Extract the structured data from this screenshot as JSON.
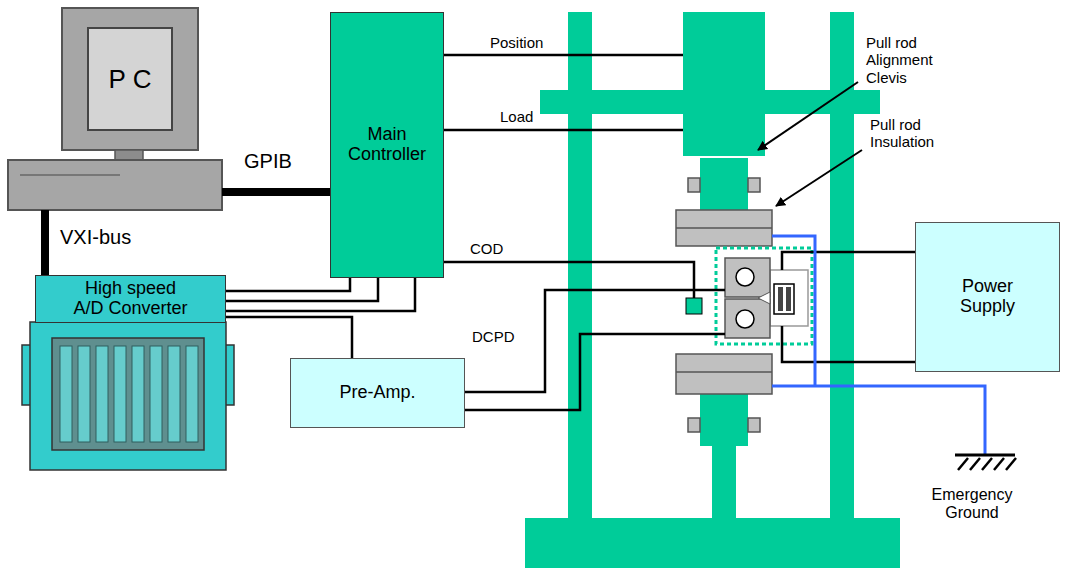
{
  "diagram": {
    "nodes": [
      {
        "text": [
          "P C"
        ]
      },
      {
        "text": [
          "Main Controller"
        ]
      },
      {
        "text": [
          "High speed A/D Converter"
        ]
      },
      {
        "text": [
          "Pre-Amp."
        ]
      },
      {
        "text": [
          "Power Supply"
        ]
      }
    ],
    "edges": [
      {
        "from": 0,
        "to": 1,
        "arrow": "none",
        "label": "GPIB"
      },
      {
        "from": 0,
        "to": 2,
        "arrow": "none",
        "label": "VXI-bus"
      },
      {
        "from": 1,
        "to": 2,
        "arrow": "none"
      },
      {
        "from": 1,
        "to": 2,
        "arrow": "none"
      },
      {
        "from": 1,
        "to": 2,
        "arrow": "none"
      },
      {
        "from": 2,
        "to": 3,
        "arrow": "none"
      }
    ],
    "labels": [
      "Position",
      "Load",
      "COD",
      "DCPD",
      "Pull rod Alignment Clevis",
      "Pull rod Insulation",
      "Emergency Ground"
    ]
  }
}
